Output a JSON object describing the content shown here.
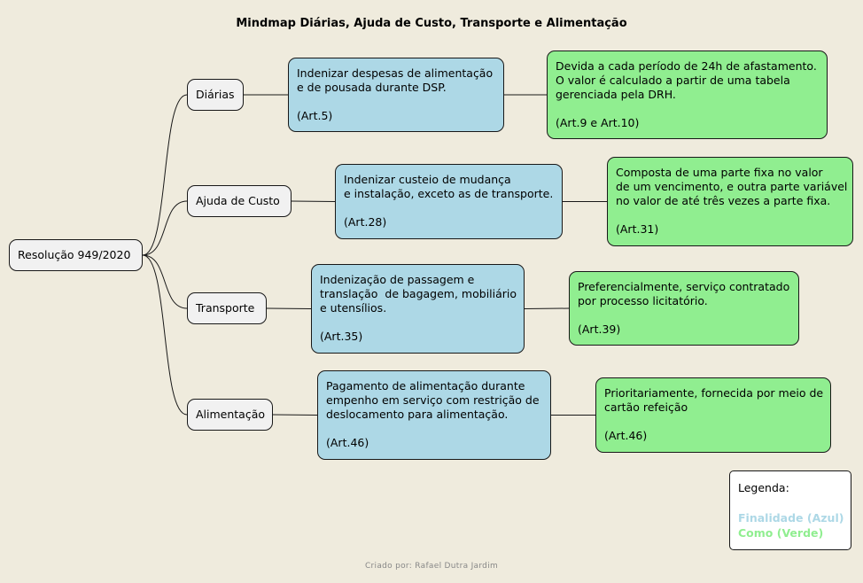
{
  "title": "Mindmap Diárias, Ajuda de Custo, Transporte e Alimentação",
  "root": "Resolução 949/2020",
  "branches": [
    {
      "label": "Diárias",
      "purpose": [
        "Indenizar despesas de alimentação",
        "e de pousada durante DSP.",
        "",
        "(Art.5)"
      ],
      "how": [
        "Devida a cada período de 24h de afastamento.",
        "O valor é calculado a partir de uma tabela",
        "gerenciada pela DRH.",
        "",
        "(Art.9 e Art.10)"
      ]
    },
    {
      "label": "Ajuda de Custo",
      "purpose": [
        "Indenizar custeio de mudança",
        "e instalação, exceto as de transporte.",
        "",
        "(Art.28)"
      ],
      "how": [
        "Composta de uma parte fixa no valor",
        "de um vencimento, e outra parte variável",
        "no valor de até três vezes a parte fixa.",
        "",
        "(Art.31)"
      ]
    },
    {
      "label": "Transporte",
      "purpose": [
        "Indenização de passagem e",
        "translação  de bagagem, mobiliário",
        "e utensílios.",
        "",
        "(Art.35)"
      ],
      "how": [
        "Preferencialmente, serviço contratado",
        "por processo licitatório.",
        "",
        "(Art.39)"
      ]
    },
    {
      "label": "Alimentação",
      "purpose": [
        "Pagamento de alimentação durante",
        "empenho em serviço com restrição de",
        "deslocamento para alimentação.",
        "",
        "(Art.46)"
      ],
      "how": [
        "Prioritariamente, fornecida por meio de",
        "cartão refeição",
        "",
        "(Art.46)"
      ]
    }
  ],
  "legend": {
    "title": "Legenda:",
    "blue": "Finalidade (Azul)",
    "green": "Como (Verde)"
  },
  "colors": {
    "purpose": "#add8e6",
    "how": "#90ee90",
    "branch": "#f1f1f1",
    "background": "#efebdd",
    "legend_blue_text": "#add8e6",
    "legend_green_text": "#90ee90"
  },
  "footer": "Criado por: Rafael Dutra Jardim"
}
